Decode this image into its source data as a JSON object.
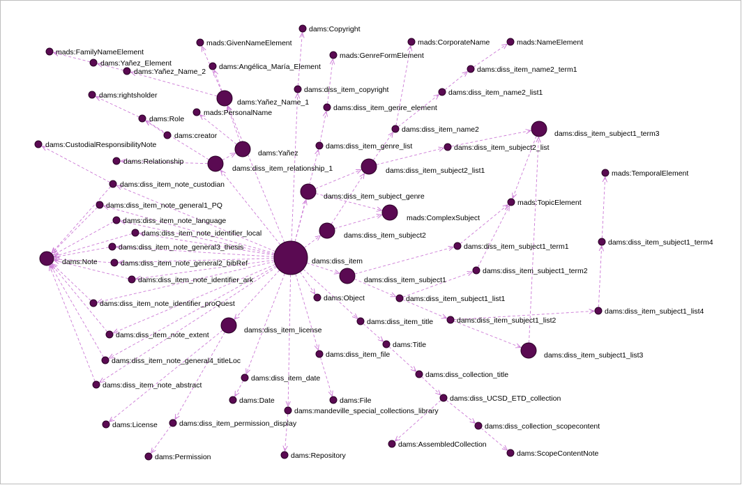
{
  "colors": {
    "node": "#5a0a52",
    "edge": "#cc7ad6",
    "label": "#000000"
  },
  "labels": {
    "diss_item": "dams:diss_item",
    "note": "dams:Note",
    "copyright": "dams:Copyright",
    "given_name_el": "mads:GivenNameElement",
    "family_name_el": "mads:FamilyNameElement",
    "yanez_el": "dams:Yañez_Element",
    "yanez_name_2": "dams:Yañez_Name_2",
    "angelica_el": "dams:Angélica_María_Element",
    "genre_form_el": "mads:GenreFormElement",
    "corporate_name": "mads:CorporateName",
    "name_element": "mads:NameElement",
    "name2_term1": "dams:diss_item_name2_term1",
    "name2_list1": "dams:diss_item_name2_list1",
    "rightsholder": "dams:rightsholder",
    "yanez_name_1": "dams:Yañez_Name_1",
    "item_copyright": "dams:diss_item_copyright",
    "genre_element": "dams:diss_item_genre_element",
    "personal_name": "mads:PersonalName",
    "role": "dams:Role",
    "creator": "dams:creator",
    "item_name2": "dams:diss_item_name2",
    "subject1_term3": "dams:diss_item_subject1_term3",
    "custodial": "dams:CustodialResponsibilityNote",
    "yanez": "dams:Yañez",
    "genre_list": "dams:diss_item_genre_list",
    "subject2_list": "dams:diss_item_subject2_list",
    "relationship": "dams:Relationship",
    "relationship_1": "dams:diss_item_relationship_1",
    "subject2_list1": "dams:diss_item_subject2_list1",
    "temporal_el": "mads:TemporalElement",
    "note_custodian": "dams:diss_item_note_custodian",
    "subject_genre": "dams:diss_item_subject_genre",
    "note_general1_pq": "dams:diss_item_note_general1_PQ",
    "complex_subject": "mads:ComplexSubject",
    "topic_el": "mads:TopicElement",
    "note_language": "dams:diss_item_note_language",
    "note_identifier_local": "dams:diss_item_note_identifier_local",
    "item_subject2": "dams:diss_item_subject2",
    "subject1_term4": "dams:diss_item_subject1_term4",
    "note_general3_thesis": "dams:diss_item_note_general3_thesis",
    "subject1_term1": "dams:diss_item_subject1_term1",
    "note_general2_bibref": "dams:diss_item_note_general2_bibRef",
    "subject1_term2": "dams:diss_item_subject1_term2",
    "item_subject1": "dams:diss_item_subject1",
    "note_identifier_ark": "dams:diss_item_note_identifier_ark",
    "object": "dams:Object",
    "subject1_list1": "dams:diss_item_subject1_list1",
    "note_identifier_proquest": "dams:diss_item_note_identifier_proQuest",
    "subject1_list4": "dams:diss_item_subject1_list4",
    "item_title": "dams:diss_item_title",
    "subject1_list2": "dams:diss_item_subject1_list2",
    "item_license": "dams:diss_item_license",
    "note_extent": "dams:diss_item_note_extent",
    "title": "dams:Title",
    "subject1_list3": "dams:diss_item_subject1_list3",
    "item_file": "dams:diss_item_file",
    "note_general4_titleloc": "dams:diss_item_note_general4_titleLoc",
    "collection_title": "dams:diss_collection_title",
    "item_date": "dams:diss_item_date",
    "note_abstract": "dams:diss_item_note_abstract",
    "ucsd_etd": "dams:diss_UCSD_ETD_collection",
    "date": "dams:Date",
    "file": "dams:File",
    "mandeville": "dams:mandeville_special_collections_library",
    "license": "dams:License",
    "permission_display": "dams:diss_item_permission_display",
    "collection_scopecontent": "dams:diss_collection_scopecontent",
    "assembled_collection": "dams:AssembledCollection",
    "permission": "dams:Permission",
    "repository": "dams:Repository",
    "scope_content_note": "dams:ScopeContentNote"
  },
  "edges": [
    [
      "diss_item",
      "note_custodian"
    ],
    [
      "diss_item",
      "note_general1_pq"
    ],
    [
      "diss_item",
      "note_language"
    ],
    [
      "diss_item",
      "note_identifier_local"
    ],
    [
      "diss_item",
      "note_general3_thesis"
    ],
    [
      "diss_item",
      "note_general2_bibref"
    ],
    [
      "diss_item",
      "note_identifier_ark"
    ],
    [
      "diss_item",
      "note_identifier_proquest"
    ],
    [
      "diss_item",
      "note_extent"
    ],
    [
      "diss_item",
      "note_general4_titleloc"
    ],
    [
      "diss_item",
      "note_abstract"
    ],
    [
      "diss_item",
      "relationship_1"
    ],
    [
      "diss_item",
      "item_copyright"
    ],
    [
      "diss_item",
      "genre_list"
    ],
    [
      "diss_item",
      "subject_genre"
    ],
    [
      "diss_item",
      "item_subject2"
    ],
    [
      "diss_item",
      "item_subject1"
    ],
    [
      "diss_item",
      "object"
    ],
    [
      "diss_item",
      "item_title"
    ],
    [
      "diss_item",
      "item_license"
    ],
    [
      "diss_item",
      "item_file"
    ],
    [
      "diss_item",
      "item_date"
    ],
    [
      "diss_item",
      "mandeville"
    ],
    [
      "diss_item",
      "yanez_name_1"
    ],
    [
      "note_custodian",
      "custodial"
    ],
    [
      "note_custodian",
      "note"
    ],
    [
      "note_general1_pq",
      "note"
    ],
    [
      "note_language",
      "note"
    ],
    [
      "note_identifier_local",
      "note"
    ],
    [
      "note_general3_thesis",
      "note"
    ],
    [
      "note_general2_bibref",
      "note"
    ],
    [
      "note_identifier_ark",
      "note"
    ],
    [
      "note_identifier_proquest",
      "note"
    ],
    [
      "note_extent",
      "note"
    ],
    [
      "note_general4_titleloc",
      "note"
    ],
    [
      "note_abstract",
      "note"
    ],
    [
      "relationship_1",
      "relationship"
    ],
    [
      "relationship_1",
      "yanez"
    ],
    [
      "relationship_1",
      "role"
    ],
    [
      "yanez",
      "personal_name"
    ],
    [
      "yanez",
      "yanez_name_1"
    ],
    [
      "creator",
      "role"
    ],
    [
      "role",
      "rightsholder"
    ],
    [
      "yanez_name_1",
      "yanez_name_2"
    ],
    [
      "yanez_name_1",
      "angelica_el"
    ],
    [
      "yanez_name_1",
      "given_name_el"
    ],
    [
      "yanez_name_2",
      "yanez_el"
    ],
    [
      "yanez_el",
      "family_name_el"
    ],
    [
      "item_copyright",
      "copyright"
    ],
    [
      "genre_list",
      "genre_element"
    ],
    [
      "genre_element",
      "genre_form_el"
    ],
    [
      "subject_genre",
      "subject2_list1"
    ],
    [
      "subject_genre",
      "complex_subject"
    ],
    [
      "item_subject2",
      "complex_subject"
    ],
    [
      "item_subject2",
      "subject2_list1"
    ],
    [
      "subject2_list1",
      "item_name2"
    ],
    [
      "subject2_list1",
      "subject2_list"
    ],
    [
      "item_name2",
      "name2_list1"
    ],
    [
      "name2_list1",
      "name2_term1"
    ],
    [
      "name2_term1",
      "name_element"
    ],
    [
      "item_name2",
      "corporate_name"
    ],
    [
      "subject2_list",
      "subject1_term3"
    ],
    [
      "item_subject1",
      "subject1_term1"
    ],
    [
      "item_subject1",
      "subject1_list1"
    ],
    [
      "subject1_term1",
      "topic_el"
    ],
    [
      "subject1_list1",
      "subject1_term2"
    ],
    [
      "subject1_list1",
      "subject1_list2"
    ],
    [
      "subject1_term2",
      "topic_el"
    ],
    [
      "subject1_list2",
      "subject1_list3"
    ],
    [
      "subject1_list2",
      "subject1_list4"
    ],
    [
      "subject1_list4",
      "subject1_term4"
    ],
    [
      "subject1_term4",
      "temporal_el"
    ],
    [
      "subject1_list3",
      "subject1_term3"
    ],
    [
      "subject1_term3",
      "topic_el"
    ],
    [
      "item_title",
      "title"
    ],
    [
      "title",
      "collection_title"
    ],
    [
      "collection_title",
      "ucsd_etd"
    ],
    [
      "ucsd_etd",
      "assembled_collection"
    ],
    [
      "ucsd_etd",
      "collection_scopecontent"
    ],
    [
      "collection_scopecontent",
      "scope_content_note"
    ],
    [
      "item_file",
      "file"
    ],
    [
      "item_date",
      "date"
    ],
    [
      "item_license",
      "license"
    ],
    [
      "item_license",
      "permission_display"
    ],
    [
      "permission_display",
      "permission"
    ],
    [
      "mandeville",
      "repository"
    ]
  ]
}
